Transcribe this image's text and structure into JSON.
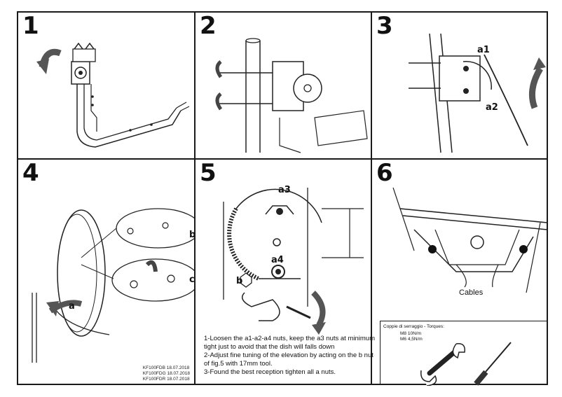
{
  "steps": [
    "1",
    "2",
    "3",
    "4",
    "5",
    "6"
  ],
  "labels": {
    "a1": "a1",
    "a2": "a2",
    "a3": "a3",
    "a4": "a4",
    "a": "a",
    "b": "b",
    "c": "c",
    "b5": "b",
    "cables": "Cables"
  },
  "codes": [
    "KF100FDB 18.07.2018",
    "KF100FDG 18.07.2018",
    "KF100FDR 18.07.2018"
  ],
  "instructions": [
    "1-Loosen the a1-a2-a4 nuts, keep the a3 nuts at minimum tight just to avoid that the dish will falls down",
    "2-Adjust fine tuning of the elevation by acting on the b nut of fig.5 with 17mm tool.",
    "3-Found the best reception tighten all a nuts."
  ],
  "torques": {
    "title": "Coppie di serraggio - Torques:",
    "rows": [
      "M8  10N/m",
      "M6  4,5N/m"
    ]
  }
}
